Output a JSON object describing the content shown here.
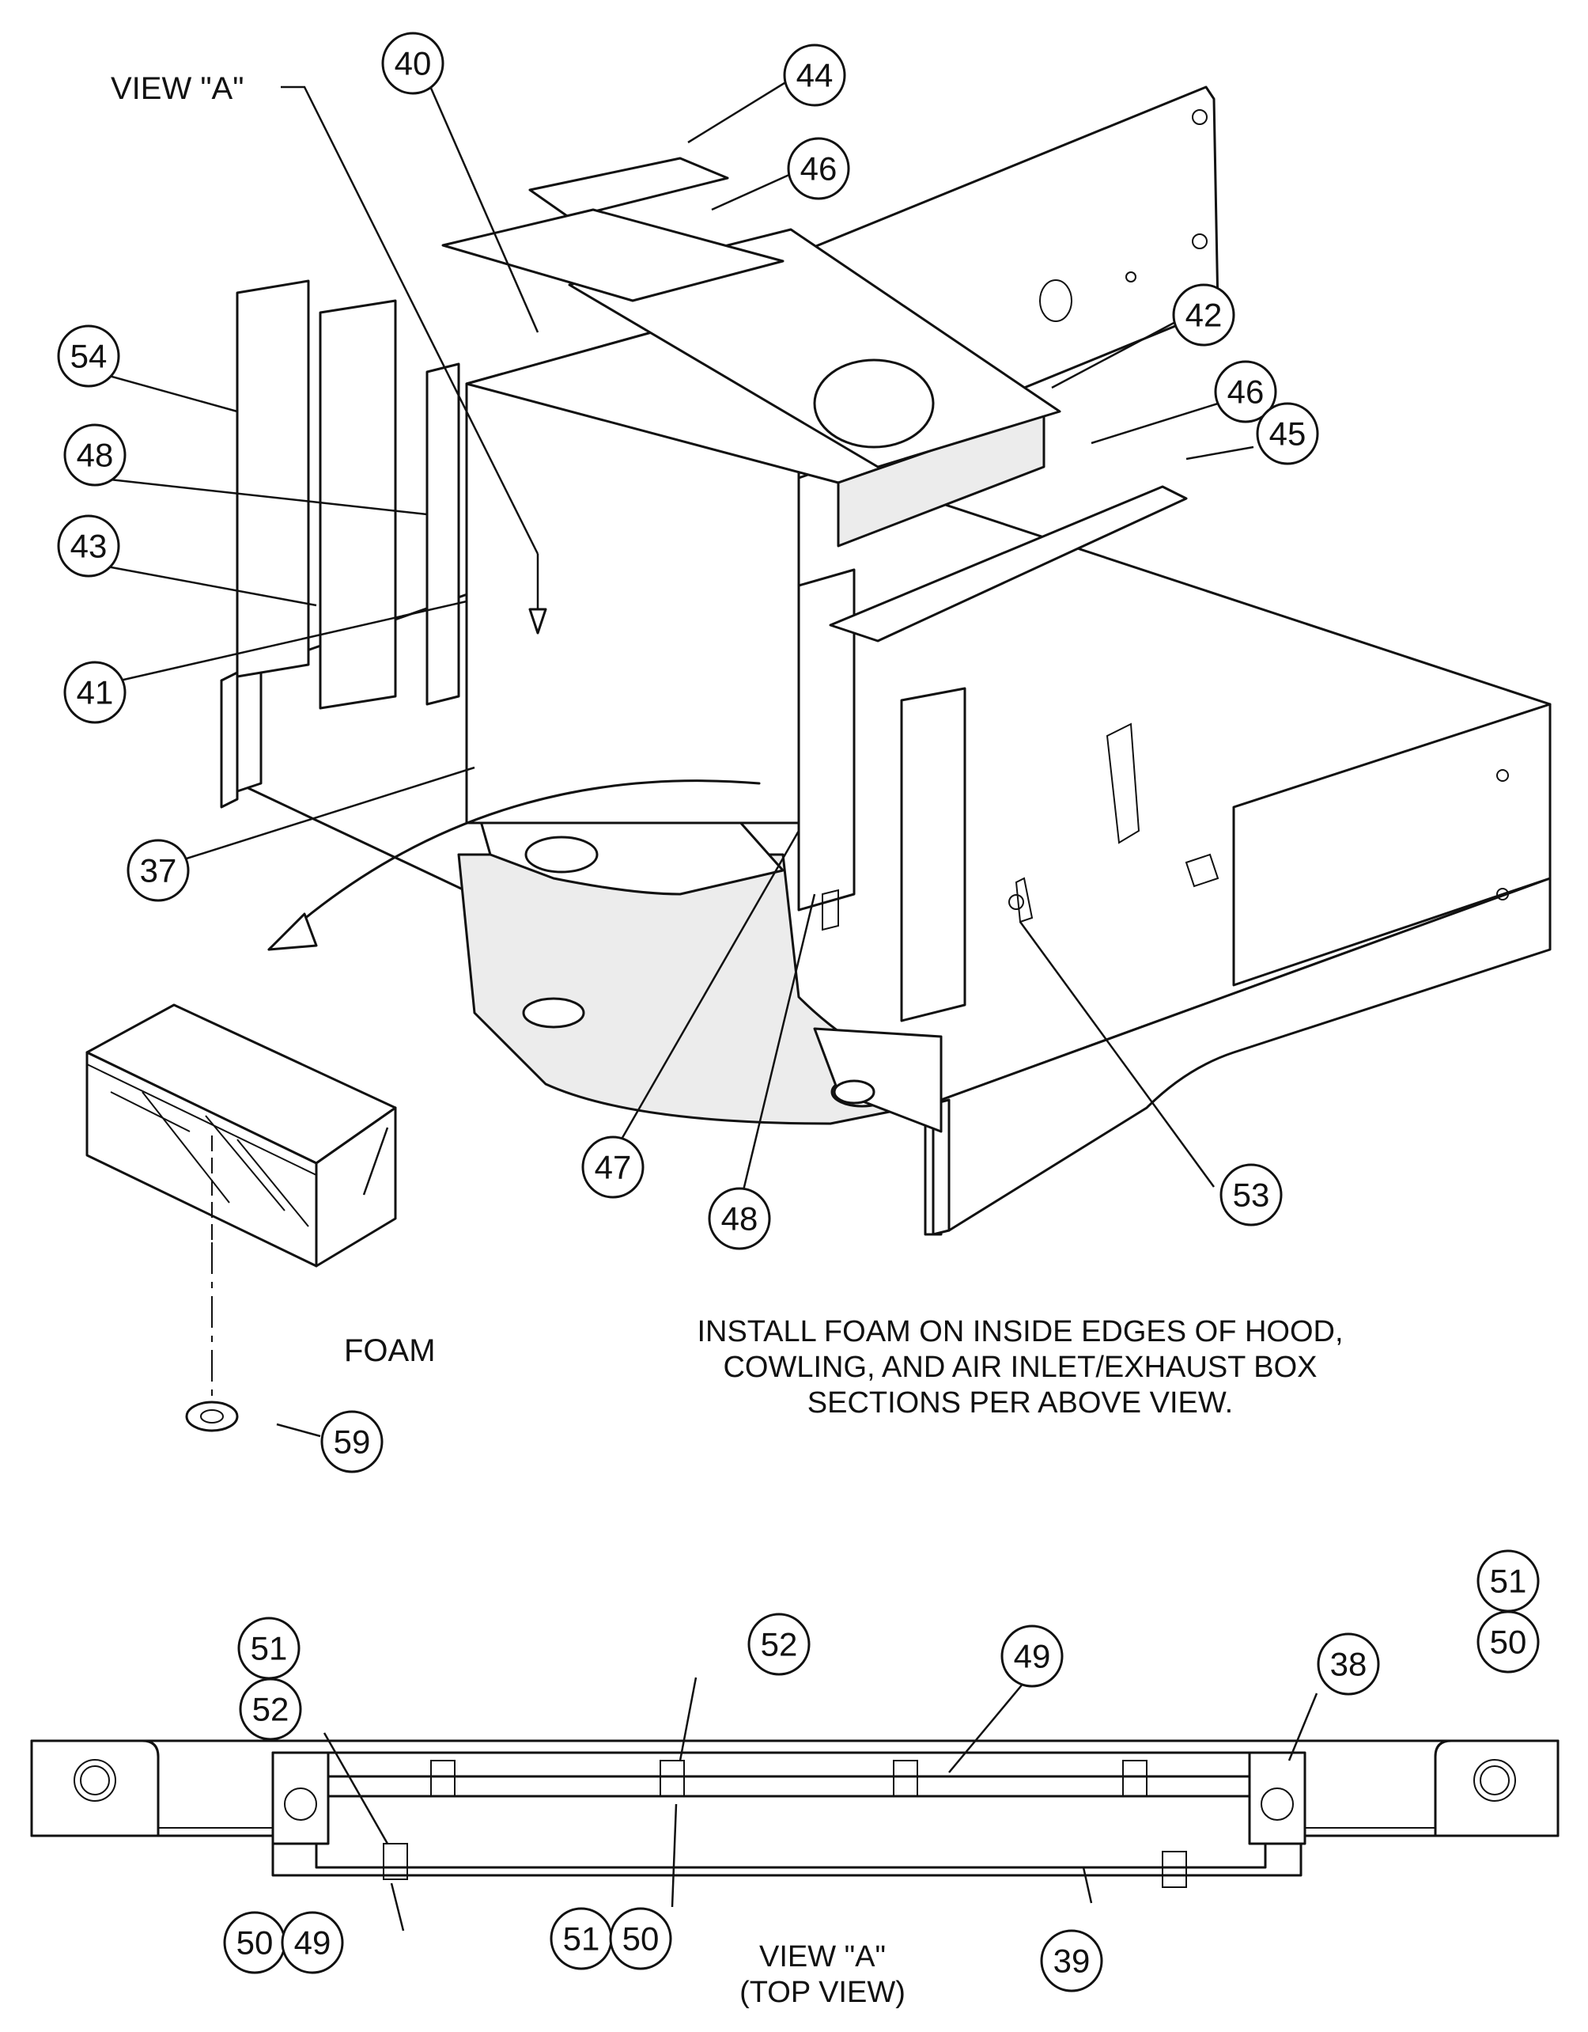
{
  "view_label": "VIEW \"A\"",
  "foam_label": "FOAM",
  "note": {
    "line1": "INSTALL FOAM ON INSIDE EDGES OF HOOD,",
    "line2": "COWLING, AND AIR INLET/EXHAUST BOX",
    "line3": "SECTIONS PER ABOVE VIEW."
  },
  "top_view_caption": {
    "line1": "VIEW \"A\"",
    "line2": "(TOP VIEW)"
  },
  "callouts": {
    "c40": "40",
    "c44": "44",
    "c46a": "46",
    "c54": "54",
    "c42": "42",
    "c46b": "46",
    "c45": "45",
    "c48a": "48",
    "c43": "43",
    "c41": "41",
    "c37": "37",
    "c47": "47",
    "c48b": "48",
    "c53": "53",
    "c59": "59",
    "c51a": "51",
    "c52a": "52",
    "c52b": "52",
    "c49a": "49",
    "c38": "38",
    "c51b": "51",
    "c50a": "50",
    "c50b": "50",
    "c49b": "49",
    "c51c": "51",
    "c50c": "50",
    "c39": "39"
  }
}
